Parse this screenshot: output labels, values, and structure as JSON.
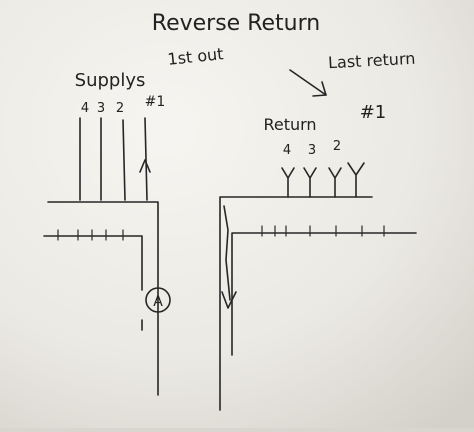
{
  "title": "Reverse Return",
  "first_out": "1st out",
  "last_return": "Last return",
  "supply": {
    "label": "Supplys",
    "numbers": [
      "4",
      "3",
      "2",
      "#1"
    ]
  },
  "return": {
    "label": "Return",
    "numbers": [
      "4",
      "3",
      "2"
    ],
    "marker": "#1"
  },
  "pump_symbol": "A",
  "colors": {
    "paper_light": "#f4f3ef",
    "paper_shade": "#d6d3cc",
    "ink": "#262626"
  }
}
